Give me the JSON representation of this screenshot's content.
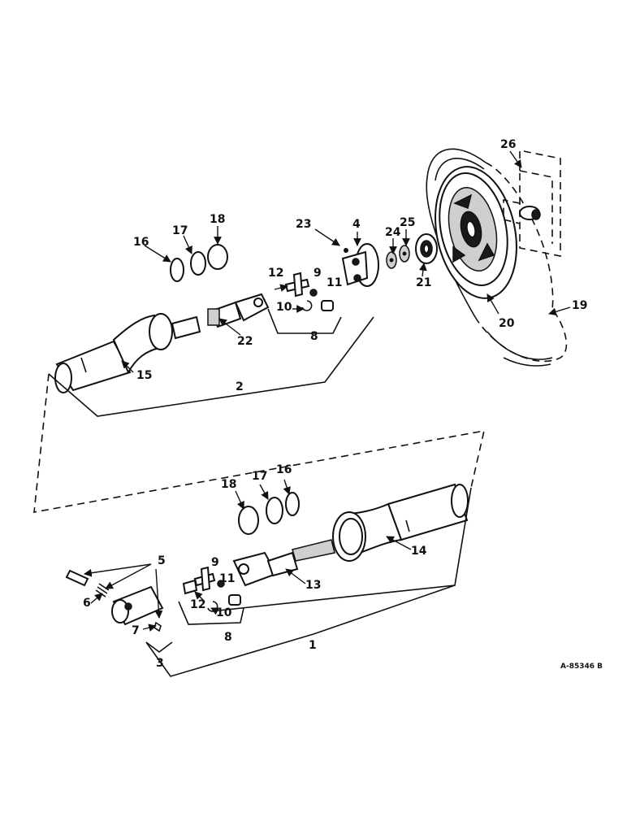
{
  "drawing_number": "A-85346 B",
  "callouts": {
    "c1": "1",
    "c2": "2",
    "c3": "3",
    "c4": "4",
    "c5": "5",
    "c6": "6",
    "c7": "7",
    "c8a": "8",
    "c8b": "8",
    "c9a": "9",
    "c9b": "9",
    "c10a": "10",
    "c10b": "10",
    "c11a": "11",
    "c11b": "11",
    "c12a": "12",
    "c12b": "12",
    "c13": "13",
    "c14": "14",
    "c15": "15",
    "c16a": "16",
    "c16b": "16",
    "c17a": "17",
    "c17b": "17",
    "c18a": "18",
    "c18b": "18",
    "c19": "19",
    "c20": "20",
    "c21": "21",
    "c22": "22",
    "c23": "23",
    "c24": "24",
    "c25": "25",
    "c26": "26"
  }
}
